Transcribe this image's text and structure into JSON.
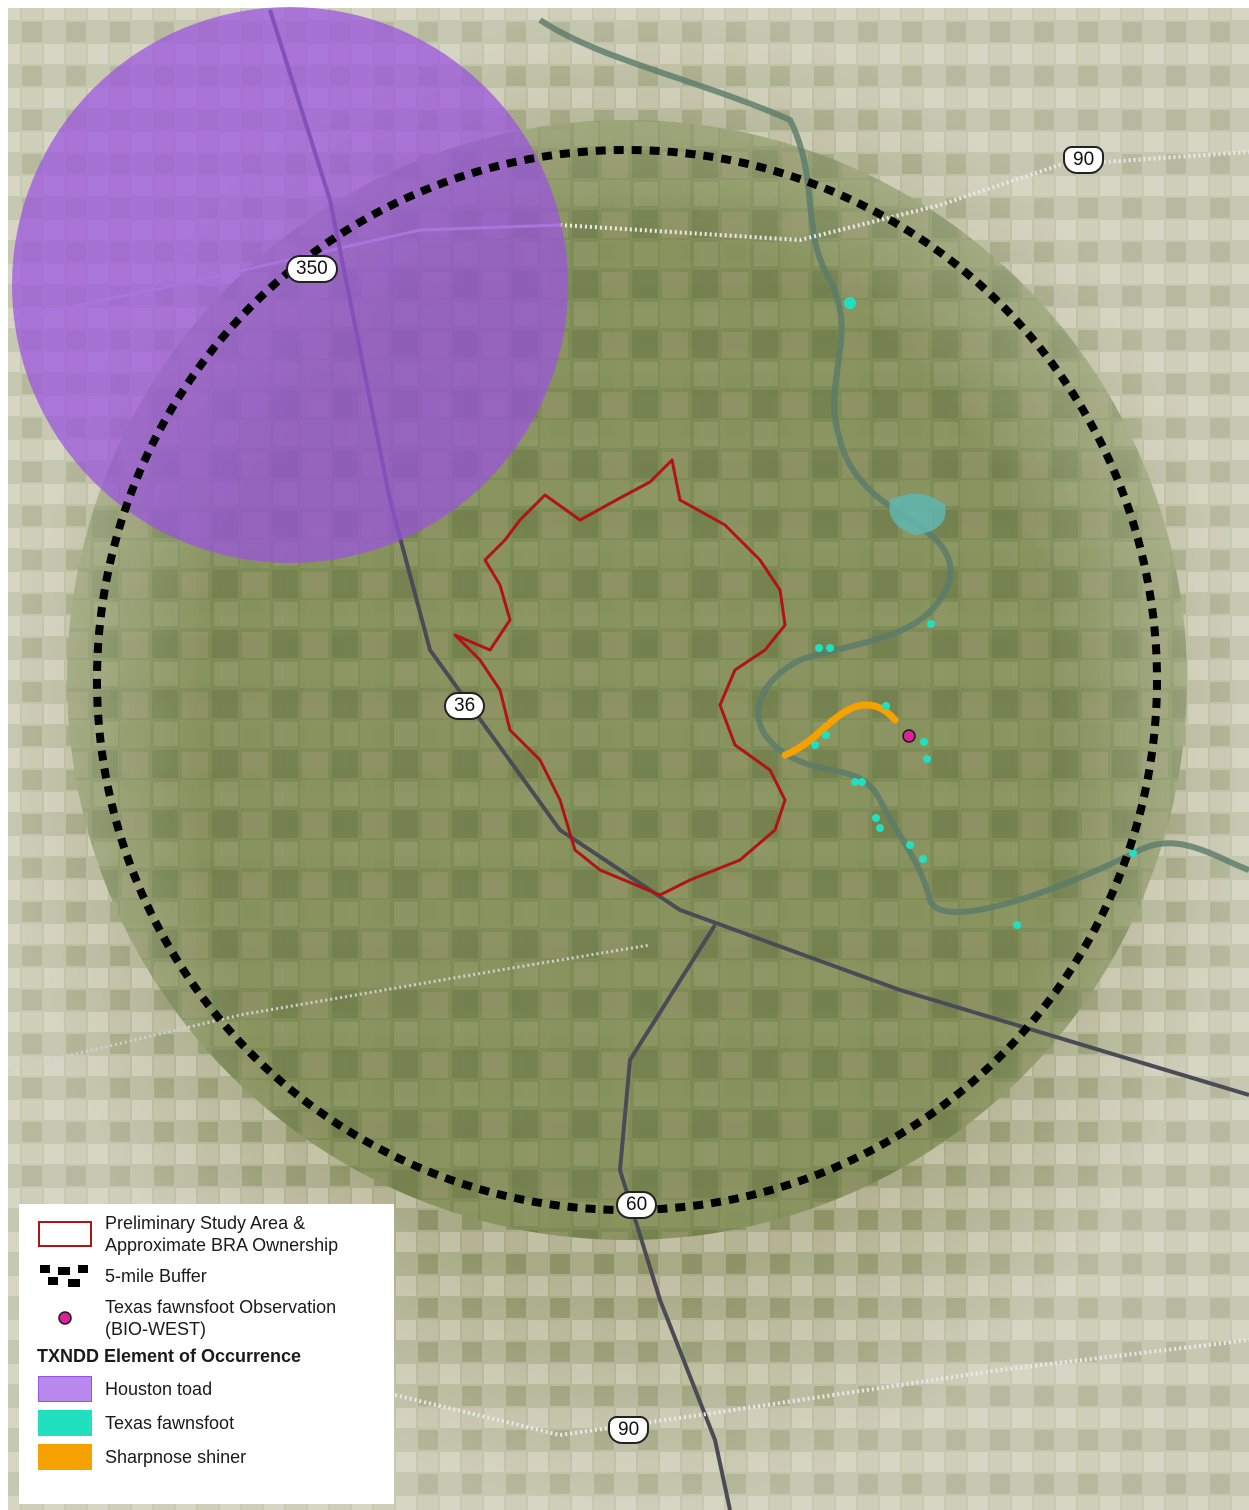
{
  "map": {
    "colors": {
      "study_area": "#b01414",
      "buffer": "#000000",
      "houston_toad": "#9a52e0",
      "texas_fawnsfoot": "#21e0c0",
      "sharpnose_shiner": "#f5a100",
      "observation": "#d8229a"
    },
    "road_shields": [
      {
        "id": "shield-350",
        "label": "350",
        "type": "state"
      },
      {
        "id": "shield-36",
        "label": "36",
        "type": "state"
      },
      {
        "id": "shield-60",
        "label": "60",
        "type": "state"
      },
      {
        "id": "shield-90-north",
        "label": "90",
        "type": "us"
      },
      {
        "id": "shield-90-south",
        "label": "90",
        "type": "us"
      }
    ]
  },
  "legend": {
    "study_area": "Preliminary Study Area & Approximate BRA Ownership",
    "buffer": "5-mile Buffer",
    "observation": "Texas fawnsfoot Observation (BIO-WEST)",
    "heading": "TXNDD Element of Occurrence",
    "houston_toad": "Houston toad",
    "texas_fawnsfoot": "Texas fawnsfoot",
    "sharpnose_shiner": "Sharpnose shiner"
  }
}
